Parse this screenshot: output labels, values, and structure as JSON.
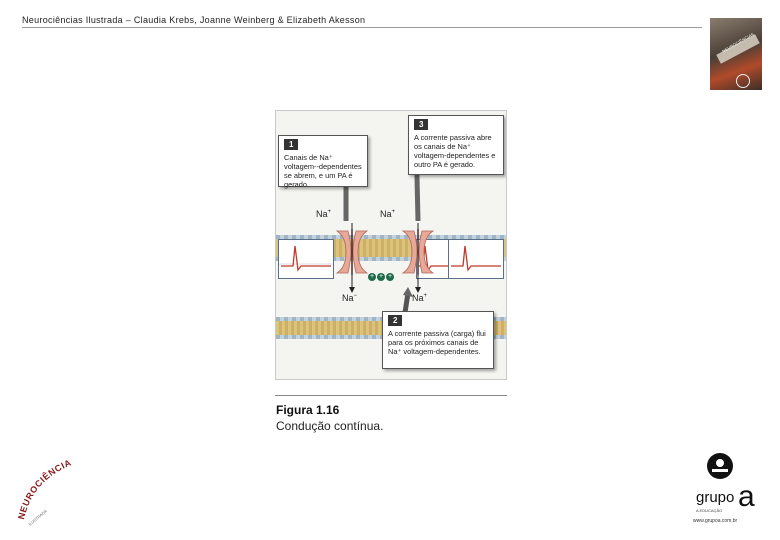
{
  "header": {
    "title": "Neurociências Ilustrada – Claudia Krebs, Joanne Weinberg & Elizabeth Akesson"
  },
  "cover": {
    "text": "NEUROCIÊNCIAS"
  },
  "figure": {
    "callout1": {
      "number": "1",
      "text": "Canais de Na⁺ voltagem--dependentes se abrem, e um PA é gerado."
    },
    "callout2": {
      "number": "2",
      "text": "A corrente passiva (carga) flui para os próximos canais de Na⁺ voltagem-dependentes."
    },
    "callout3": {
      "number": "3",
      "text": "A corrente passiva abre os canais de Na⁺ voltagem-dependentes e outro PA é gerado."
    },
    "ions": {
      "top_left": "Na",
      "top_right": "Na",
      "bottom_left": "Na",
      "bottom_right": "Na",
      "charge_top": "+",
      "charge_bottom_left": "−",
      "charge_bottom_right": "+"
    },
    "charges": [
      "+",
      "+",
      "+"
    ],
    "colors": {
      "channel": "#e8a898",
      "membrane": "#dcc37a",
      "trace": "#c0392b",
      "charge": "#1e6b4a"
    }
  },
  "caption": {
    "title": "Figura 1.16",
    "subtitle": "Condução contínua."
  },
  "stamp": {
    "text": "NEUROCIÊNCIAS",
    "small": "ILUSTRADA"
  },
  "logo": {
    "mark": "a",
    "brand": "grupo",
    "tagline": "A EDUCAÇÃO",
    "url": "www.grupoa.com.br"
  }
}
